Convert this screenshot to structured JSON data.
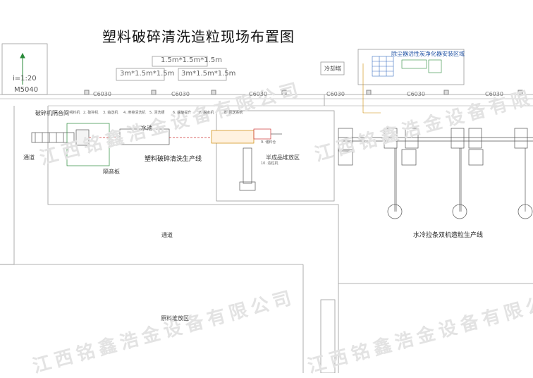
{
  "title": "塑料破碎清洗造粒现场布置图",
  "dimensions": {
    "d1": "1.5m*1.5m*1.5m",
    "d2": "3m*1.5m*1.5m",
    "d3": "3m*1.5m*1.5m",
    "ramp": "i=1:20",
    "door": "M5040"
  },
  "columns": [
    "C6030",
    "C6030",
    "C6030",
    "C6030",
    "C6030",
    "C6030"
  ],
  "labels": {
    "crusher_room": "破碎机隔音间",
    "washing_line": "塑料破碎清洗生产线",
    "pool": "水池",
    "soundproof": "隔音板",
    "semi_storage": "半成品堆放区",
    "cooling_tower": "冷却塔",
    "dust_area": "除尘器活性炭净化器安装区域",
    "pelletizing_line": "水冷拉条双机造粒生产线",
    "road1": "通道",
    "road2": "通道",
    "raw_storage": "原料堆放区"
  },
  "process_steps": [
    "1. 喂料机",
    "2. 破碎机",
    "3. 输送机",
    "4. 摩擦清洗机",
    "5. 漂洗槽",
    "6. 螺旋提升",
    "7. 脱水机",
    "8. 风送系统",
    "9. 储料仓",
    "10. 造粒机"
  ],
  "watermark": "江西铭鑫浩金设备有限公司"
}
